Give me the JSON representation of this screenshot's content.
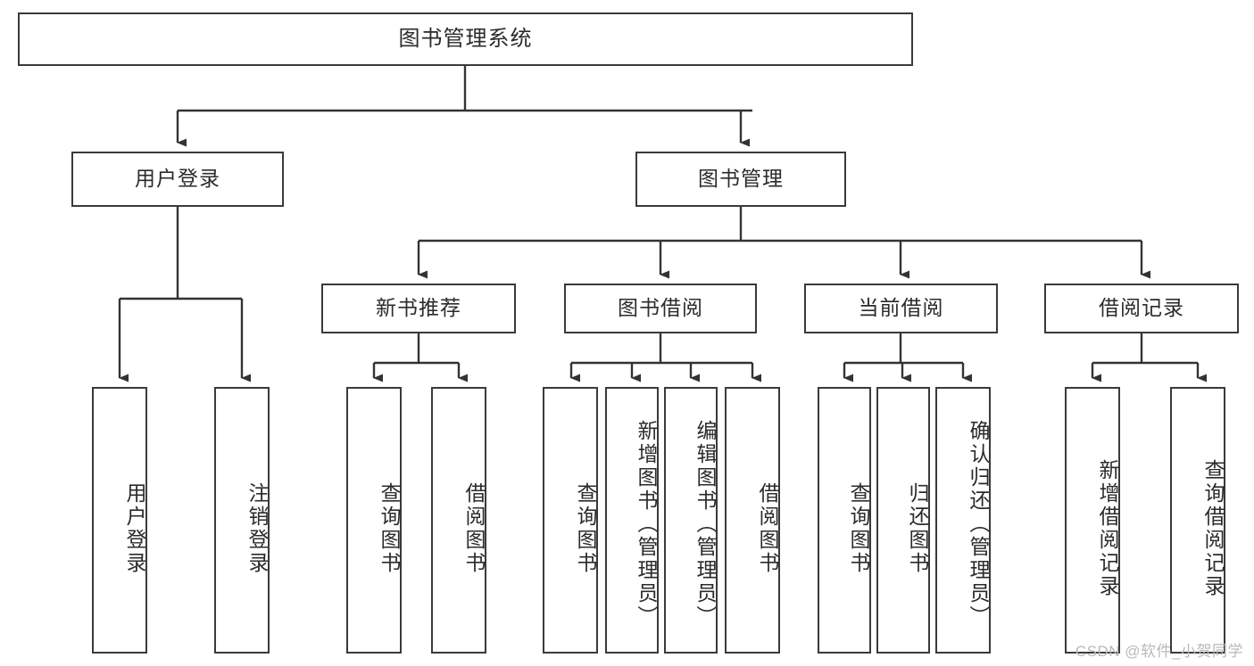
{
  "diagram": {
    "type": "tree",
    "title": "图书管理系统",
    "watermark": "CSDN @软件_小贺同学",
    "colors": {
      "box_border": "#3a3a3a",
      "box_fill": "#ffffff",
      "connector": "#333333",
      "text": "#2b2b2b",
      "watermark": "#b9b9b9",
      "background": "#ffffff"
    },
    "nodes": {
      "root": {
        "label": "图书管理系统",
        "orientation": "horizontal"
      },
      "level1": [
        {
          "label": "用户登录",
          "orientation": "horizontal"
        },
        {
          "label": "图书管理",
          "orientation": "horizontal"
        }
      ],
      "level2": [
        {
          "label": "新书推荐",
          "orientation": "horizontal"
        },
        {
          "label": "图书借阅",
          "orientation": "horizontal"
        },
        {
          "label": "当前借阅",
          "orientation": "horizontal"
        },
        {
          "label": "借阅记录",
          "orientation": "horizontal"
        }
      ],
      "leaves_user_login": [
        {
          "label": "用户登录",
          "orientation": "vertical"
        },
        {
          "label": "注销登录",
          "orientation": "vertical"
        }
      ],
      "leaves_new_book": [
        {
          "label": "查询图书",
          "orientation": "vertical"
        },
        {
          "label": "借阅图书",
          "orientation": "vertical"
        }
      ],
      "leaves_borrow": [
        {
          "label": "查询图书",
          "orientation": "vertical"
        },
        {
          "label": "新增图书（管理员）",
          "orientation": "vertical"
        },
        {
          "label": "编辑图书（管理员）",
          "orientation": "vertical"
        },
        {
          "label": "借阅图书",
          "orientation": "vertical"
        }
      ],
      "leaves_current": [
        {
          "label": "查询图书",
          "orientation": "vertical"
        },
        {
          "label": "归还图书",
          "orientation": "vertical"
        },
        {
          "label": "确认归还（管理员）",
          "orientation": "vertical"
        }
      ],
      "leaves_records": [
        {
          "label": "新增借阅记录",
          "orientation": "vertical"
        },
        {
          "label": "查询借阅记录",
          "orientation": "vertical"
        }
      ]
    }
  }
}
